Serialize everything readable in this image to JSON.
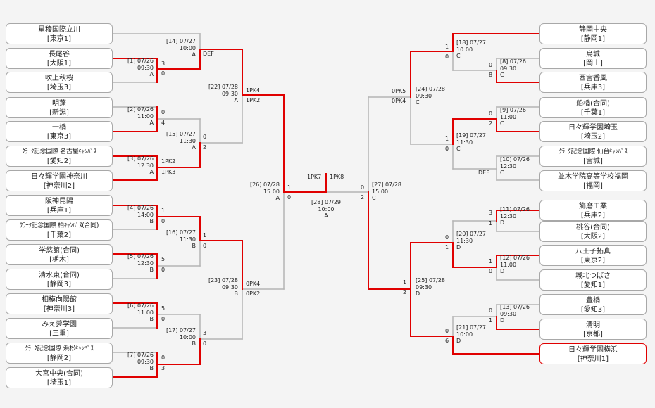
{
  "teams_left": [
    {
      "name": "星稜国際立川",
      "pref": "[東京1]"
    },
    {
      "name": "長尾谷",
      "pref": "[大阪1]"
    },
    {
      "name": "吹上秋桜",
      "pref": "[埼玉3]"
    },
    {
      "name": "明蓬",
      "pref": "[新潟]"
    },
    {
      "name": "一橋",
      "pref": "[東京3]"
    },
    {
      "name": "ｸﾗｰｸ記念国際 名古屋ｷｬﾝﾊﾟｽ",
      "pref": "[愛知2]"
    },
    {
      "name": "日々輝学園神奈川",
      "pref": "[神奈川2]"
    },
    {
      "name": "阪神昆陽",
      "pref": "[兵庫1]"
    },
    {
      "name": "ｸﾗｰｸ記念国際 柏ｷｬﾝﾊﾟｽ(合同)",
      "pref": "[千葉2]"
    },
    {
      "name": "学悠館(合同)",
      "pref": "[栃木]"
    },
    {
      "name": "清水東(合同)",
      "pref": "[静岡3]"
    },
    {
      "name": "相模向陽館",
      "pref": "[神奈川3]"
    },
    {
      "name": "みえ夢学園",
      "pref": "[三重]"
    },
    {
      "name": "ｸﾗｰｸ記念国際 浜松ｷｬﾝﾊﾟｽ",
      "pref": "[静岡2]"
    },
    {
      "name": "大宮中央(合同)",
      "pref": "[埼玉1]"
    }
  ],
  "teams_right": [
    {
      "name": "静岡中央",
      "pref": "[静岡1]"
    },
    {
      "name": "烏城",
      "pref": "[岡山]"
    },
    {
      "name": "西宮香風",
      "pref": "[兵庫3]"
    },
    {
      "name": "船橋(合同)",
      "pref": "[千葉1]"
    },
    {
      "name": "日々輝学園埼玉",
      "pref": "[埼玉2]"
    },
    {
      "name": "ｸﾗｰｸ記念国際 仙台ｷｬﾝﾊﾟｽ",
      "pref": "[宮城]"
    },
    {
      "name": "並木学院高等学校福岡",
      "pref": "[福岡]"
    },
    {
      "name": "飾磨工業",
      "pref": "[兵庫2]"
    },
    {
      "name": "桃谷(合同)",
      "pref": "[大阪2]"
    },
    {
      "name": "八王子拓真",
      "pref": "[東京2]"
    },
    {
      "name": "城北つばさ",
      "pref": "[愛知1]"
    },
    {
      "name": "豊橋",
      "pref": "[愛知3]"
    },
    {
      "name": "清明",
      "pref": "[京都]"
    },
    {
      "name": "日々輝学園横浜",
      "pref": "[神奈川1]"
    }
  ],
  "matches": [
    {
      "id": "[1]",
      "date": "07/26",
      "time": "09:30",
      "court": "A",
      "scores": [
        "3",
        "0"
      ]
    },
    {
      "id": "[2]",
      "date": "07/26",
      "time": "11:00",
      "court": "A",
      "scores": [
        "0",
        "4"
      ]
    },
    {
      "id": "[3]",
      "date": "07/26",
      "time": "12:30",
      "court": "A",
      "scores": [
        "1PK2",
        "1PK3"
      ]
    },
    {
      "id": "[4]",
      "date": "07/26",
      "time": "14:00",
      "court": "B",
      "scores": [
        "1",
        "0"
      ]
    },
    {
      "id": "[5]",
      "date": "07/26",
      "time": "12:30",
      "court": "B",
      "scores": [
        "5",
        "0"
      ]
    },
    {
      "id": "[6]",
      "date": "07/26",
      "time": "11:00",
      "court": "B",
      "scores": [
        "5",
        "0"
      ]
    },
    {
      "id": "[7]",
      "date": "07/26",
      "time": "09:30",
      "court": "B",
      "scores": [
        "0",
        "3"
      ]
    },
    {
      "id": "[8]",
      "date": "07/26",
      "time": "09:30",
      "court": "C",
      "scores": [
        "0",
        "8"
      ]
    },
    {
      "id": "[9]",
      "date": "07/26",
      "time": "11:00",
      "court": "C",
      "scores": [
        "0",
        "2"
      ]
    },
    {
      "id": "[10]",
      "date": "07/26",
      "time": "12:30",
      "court": "C",
      "scores": [
        "DEF",
        ""
      ]
    },
    {
      "id": "[11]",
      "date": "07/26",
      "time": "12:30",
      "court": "D",
      "scores": [
        "3",
        "1"
      ]
    },
    {
      "id": "[12]",
      "date": "07/26",
      "time": "11:00",
      "court": "D",
      "scores": [
        "1",
        "0"
      ]
    },
    {
      "id": "[13]",
      "date": "07/26",
      "time": "09:30",
      "court": "D",
      "scores": [
        "0",
        "1"
      ]
    },
    {
      "id": "[14]",
      "date": "07/27",
      "time": "10:00",
      "court": "A",
      "scores": [
        "DEF",
        ""
      ]
    },
    {
      "id": "[15]",
      "date": "07/27",
      "time": "11:30",
      "court": "A",
      "scores": [
        "0",
        "2"
      ]
    },
    {
      "id": "[16]",
      "date": "07/27",
      "time": "11:30",
      "court": "B",
      "scores": [
        "1",
        "0"
      ]
    },
    {
      "id": "[17]",
      "date": "07/27",
      "time": "10:00",
      "court": "B",
      "scores": [
        "3",
        "0"
      ]
    },
    {
      "id": "[18]",
      "date": "07/27",
      "time": "10:00",
      "court": "C",
      "scores": [
        "1",
        "0"
      ]
    },
    {
      "id": "[19]",
      "date": "07/27",
      "time": "11:30",
      "court": "C",
      "scores": [
        "1",
        "0"
      ]
    },
    {
      "id": "[20]",
      "date": "07/27",
      "time": "11:30",
      "court": "D",
      "scores": [
        "0",
        "1"
      ]
    },
    {
      "id": "[21]",
      "date": "07/27",
      "time": "10:00",
      "court": "D",
      "scores": [
        "0",
        "6"
      ]
    },
    {
      "id": "[22]",
      "date": "07/28",
      "time": "09:30",
      "court": "A",
      "scores": [
        "1PK4",
        "1PK2"
      ]
    },
    {
      "id": "[23]",
      "date": "07/28",
      "time": "09:30",
      "court": "B",
      "scores": [
        "0PK4",
        "0PK2"
      ]
    },
    {
      "id": "[24]",
      "date": "07/28",
      "time": "09:30",
      "court": "C",
      "scores": [
        "0PK5",
        "0PK4"
      ]
    },
    {
      "id": "[25]",
      "date": "07/28",
      "time": "09:30",
      "court": "D",
      "scores": [
        "1",
        "2"
      ]
    },
    {
      "id": "[26]",
      "date": "07/28",
      "time": "15:00",
      "court": "A",
      "scores": [
        "1",
        "0"
      ]
    },
    {
      "id": "[27]",
      "date": "07/28",
      "time": "15:00",
      "court": "C",
      "scores": [
        "0",
        "2"
      ]
    },
    {
      "id": "[28]",
      "date": "07/29",
      "time": "10:00",
      "court": "A",
      "scores": [
        "1PK7",
        "1PK8"
      ]
    }
  ],
  "colors": {
    "win": "#e00000",
    "line": "#b4b4b4",
    "box_border": "#a8a8a8",
    "background": "#f4f4f4"
  }
}
